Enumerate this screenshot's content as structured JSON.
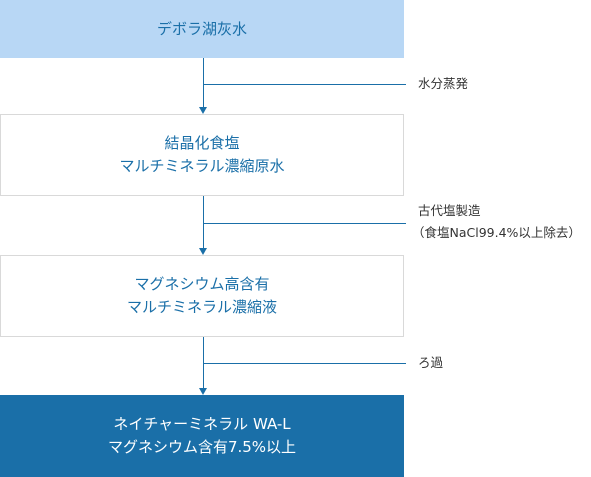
{
  "steps": [
    {
      "lines": [
        "デボラ湖灰水"
      ]
    },
    {
      "lines": [
        "結晶化食塩",
        "マルチミネラル濃縮原水"
      ]
    },
    {
      "lines": [
        "マグネシウム高含有",
        "マルチミネラル濃縮液"
      ]
    },
    {
      "lines": [
        "ネイチャーミネラル WA-L",
        "マグネシウム含有7.5%以上"
      ]
    }
  ],
  "processes": [
    {
      "lines": [
        "水分蒸発"
      ]
    },
    {
      "lines": [
        "古代塩製造",
        "（食塩NaCl99.4%以上除去）"
      ]
    },
    {
      "lines": [
        "ろ過"
      ]
    }
  ],
  "colors": {
    "accent": "#1a6fa8",
    "light_box": "#b8d7f5",
    "border": "#d9d9d9"
  }
}
